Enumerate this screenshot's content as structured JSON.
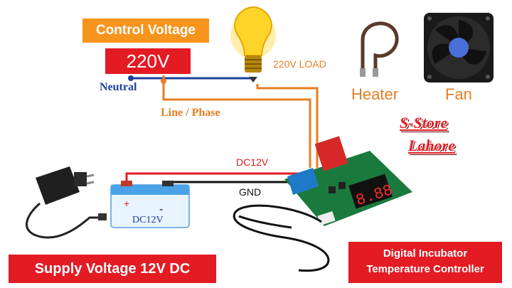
{
  "labels": {
    "control_voltage": "Control Voltage",
    "voltage_220": "220V",
    "neutral": "Neutral",
    "line_phase": "Line / Phase",
    "load_220": "220V LOAD",
    "heater": "Heater",
    "fan": "Fan",
    "store_line1": "S-Store",
    "store_line2": "Lahore",
    "dc12v_wire": "DC12V",
    "gnd_wire": "GND",
    "battery_label": "DC12V",
    "battery_plus": "+",
    "battery_minus": "-",
    "supply_voltage": "Supply Voltage 12V DC",
    "controller_line1": "Digital Incubator",
    "controller_line2": "Temperature Controller"
  },
  "colors": {
    "neutral_wire": "#1f3f9a",
    "phase_wire": "#e67e22",
    "positive_wire": "#e31b23",
    "ground_wire": "#111111",
    "label_red": "#e31b23",
    "label_orange": "#f7941d"
  },
  "icons": [
    "light-bulb-icon",
    "heater-coil-icon",
    "cooling-fan-icon",
    "power-adapter-icon",
    "battery-icon",
    "controller-board-icon",
    "temperature-probe-icon"
  ]
}
